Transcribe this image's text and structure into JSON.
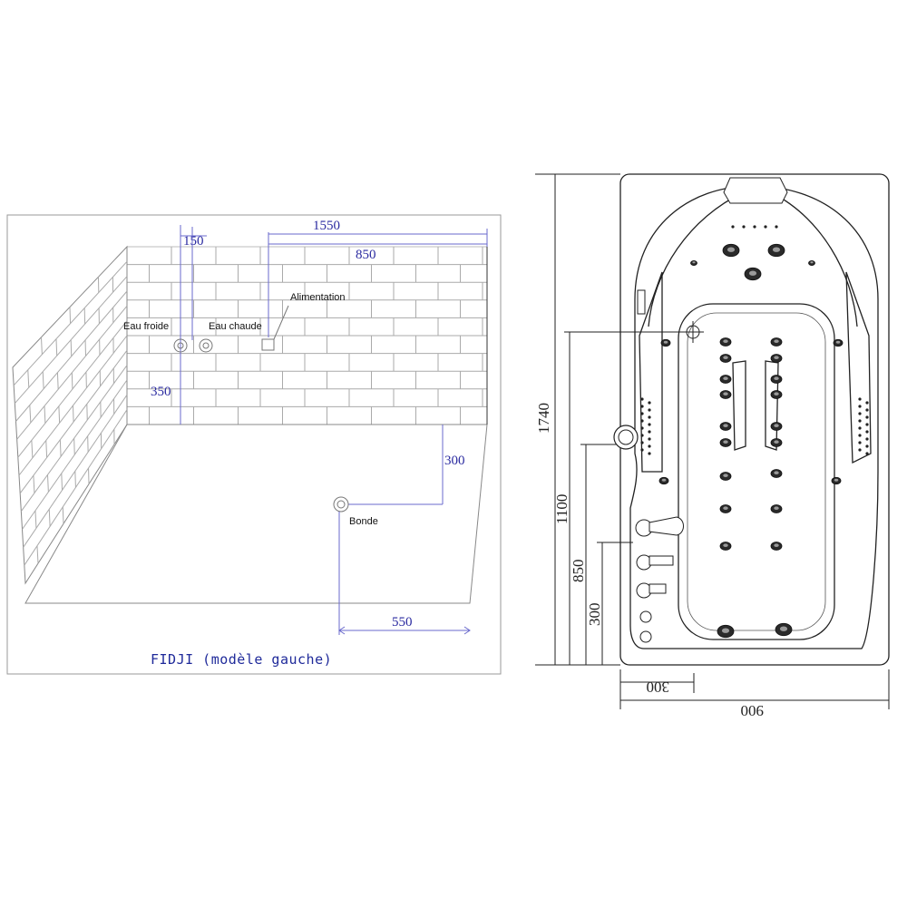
{
  "left_drawing": {
    "dimensions": {
      "d150": "150",
      "d1550": "1550",
      "d850": "850",
      "d350": "350",
      "d300": "300",
      "d550": "550"
    },
    "labels": {
      "eau_froide": "Eau froide",
      "eau_chaude": "Eau chaude",
      "alimentation": "Alimentation",
      "bonde": "Bonde"
    },
    "caption": "FIDJI (modèle gauche)"
  },
  "right_drawing": {
    "dimensions": {
      "d1740": "1740",
      "d1100": "1100",
      "d850": "850",
      "d300": "300",
      "w300": "300",
      "w900": "900"
    }
  }
}
